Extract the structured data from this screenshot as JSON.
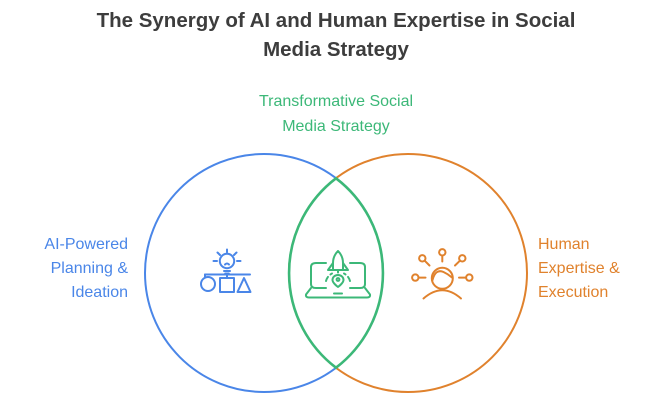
{
  "title": {
    "text": "The Synergy of AI and Human Expertise in Social Media Strategy",
    "lines": [
      "The Synergy of AI and Human Expertise in Social",
      "Media Strategy"
    ]
  },
  "venn": {
    "overlap_label": {
      "text": "Transformative Social Media Strategy",
      "lines": [
        "Transformative Social",
        "Media Strategy"
      ]
    },
    "left_set": {
      "label_text": "AI-Powered Planning & Ideation",
      "label_lines": [
        "AI-Powered",
        "Planning &",
        "Ideation"
      ],
      "icon": "idea-flowchart-icon",
      "color": "#4a86e8"
    },
    "right_set": {
      "label_text": "Human Expertise & Execution",
      "label_lines": [
        "Human",
        "Expertise &",
        "Execution"
      ],
      "icon": "person-network-icon",
      "color": "#e0822d"
    },
    "intersection": {
      "icon": "laptop-rocket-icon",
      "color": "#3cb878"
    }
  },
  "colors": {
    "background": "#ffffff",
    "title": "#3d3d3d",
    "blue": "#4a86e8",
    "green": "#3cb878",
    "orange": "#e0822d"
  }
}
